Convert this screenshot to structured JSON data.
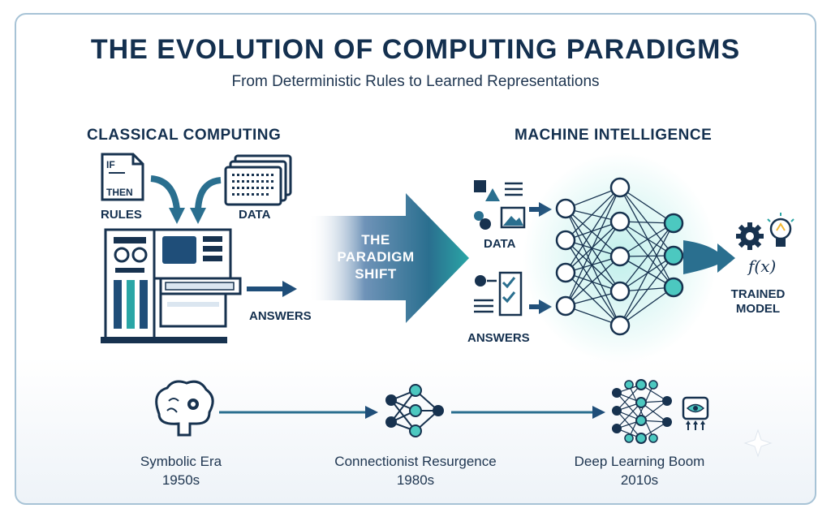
{
  "header": {
    "title": "THE EVOLUTION OF COMPUTING PARADIGMS",
    "subtitle": "From Deterministic Rules to Learned Representations"
  },
  "classical": {
    "title": "CLASSICAL COMPUTING",
    "doc_if": "IF",
    "doc_then": "THEN",
    "rules_label": "RULES",
    "data_label": "DATA",
    "answers_label": "ANSWERS"
  },
  "shift": {
    "line1": "THE",
    "line2": "PARADIGM",
    "line3": "SHIFT"
  },
  "ml": {
    "title": "MACHINE INTELLIGENCE",
    "data_label": "DATA",
    "answers_label": "ANSWERS",
    "formula": "f(x)",
    "model_line1": "TRAINED",
    "model_line2": "MODEL"
  },
  "timeline": {
    "eras": [
      {
        "name": "Symbolic Era",
        "year": "1950s"
      },
      {
        "name": "Connectionist Resurgence",
        "year": "1980s"
      },
      {
        "name": "Deep Learning Boom",
        "year": "2010s"
      }
    ]
  },
  "colors": {
    "navy": "#17324f",
    "teal": "#2aa6a6",
    "accent_teal": "#4cc8c0",
    "steel_blue": "#1f4e79"
  }
}
